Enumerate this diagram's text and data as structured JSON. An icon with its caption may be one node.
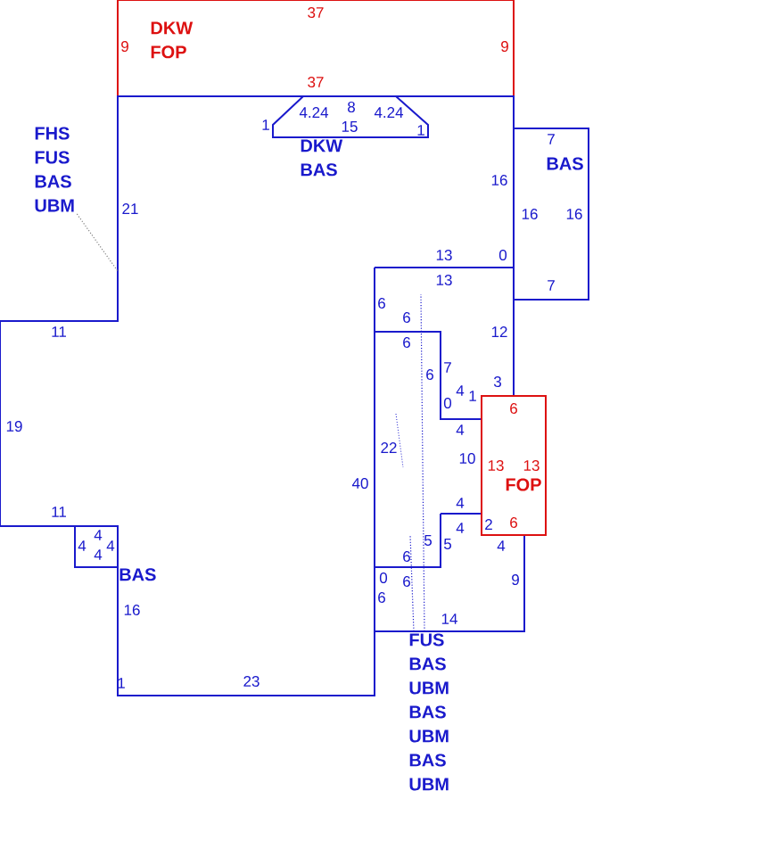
{
  "diagram": {
    "nodes": [
      {
        "text": [
          "DKW",
          "FOP"
        ]
      },
      {
        "text": [],
        "shape": "polygon"
      },
      {
        "text": [
          "DKW",
          "BAS"
        ],
        "in": 1
      },
      {
        "text": [
          "BAS"
        ]
      },
      {
        "text": [
          "FOP"
        ]
      },
      {
        "text": [],
        "shape": "box",
        "beside": [
          "BAS"
        ]
      },
      {
        "text": [
          "FHS",
          "FUS",
          "BAS",
          "UBM"
        ],
        "in": 1
      },
      {
        "text": [
          "FUS",
          "BAS",
          "UBM",
          "BAS",
          "UBM",
          "BAS",
          "UBM"
        ]
      }
    ],
    "edges": [
      {
        "from": 6,
        "to": 1,
        "arrow": "none",
        "style": "dashed",
        "color": "#808080"
      },
      {
        "from": 7,
        "to": null,
        "arrow": "none",
        "style": "dashed"
      },
      {
        "from": 7,
        "to": null,
        "arrow": "none",
        "style": "dashed"
      }
    ],
    "labels": [
      "37",
      "9",
      "9",
      "37",
      "1",
      "4.24",
      "15",
      "8",
      "4.24",
      "1",
      "7",
      "16",
      "21",
      "16",
      "16",
      "13",
      "0",
      "13",
      "7",
      "6",
      "11",
      "6",
      "6",
      "12",
      "6",
      "7",
      "4",
      "1",
      "3",
      "0",
      "6",
      "19",
      "4",
      "22",
      "10",
      "13",
      "13",
      "40",
      "11",
      "4",
      "4",
      "2",
      "6",
      "4",
      "4",
      "4",
      "4",
      "6",
      "5",
      "5",
      "4",
      "0",
      "6",
      "9",
      "16",
      "6",
      "14",
      "1",
      "23"
    ]
  }
}
